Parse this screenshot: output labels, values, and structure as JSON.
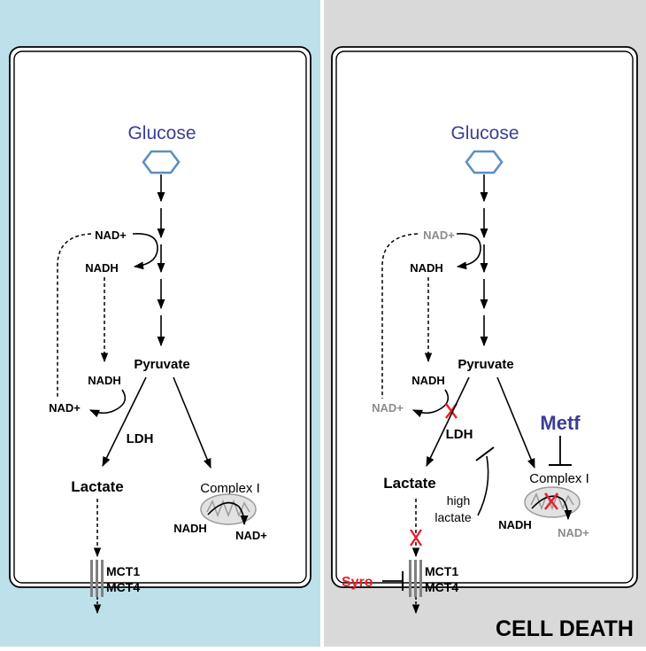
{
  "colors": {
    "left_background": "#bde0ea",
    "right_background": "#d9d9d9",
    "glucose_blue": "#3a3e93",
    "hexagon_blue": "#5b8fc4",
    "inhibitor_red": "#e8202a",
    "muted_gray": "#8c8c8c"
  },
  "left_panel": {
    "glucose": "Glucose",
    "nad_top": "NAD+",
    "nadh_top": "NADH",
    "pyruvate": "Pyruvate",
    "nadh_mid": "NADH",
    "nad_mid": "NAD+",
    "ldh": "LDH",
    "lactate": "Lactate",
    "complex": "Complex I",
    "nadh_mito": "NADH",
    "nad_mito": "NAD+",
    "mct1": "MCT1",
    "mct4": "MCT4"
  },
  "right_panel": {
    "glucose": "Glucose",
    "nad_top": "NAD+",
    "nadh_top": "NADH",
    "pyruvate": "Pyruvate",
    "nadh_mid": "NADH",
    "nad_mid": "NAD+",
    "ldh": "LDH",
    "lactate": "Lactate",
    "high_lactate_1": "high",
    "high_lactate_2": "lactate",
    "metf": "Metf",
    "complex": "Complex I",
    "nadh_mito": "NADH",
    "nad_mito": "NAD+",
    "syro": "Syro",
    "mct1": "MCT1",
    "mct4": "MCT4",
    "cell_death": "CELL DEATH"
  }
}
